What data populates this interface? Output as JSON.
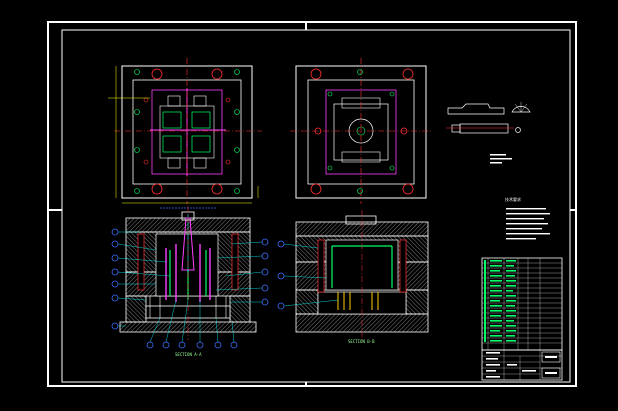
{
  "drawing": {
    "section_a_label": "SECTION A-A",
    "section_b_label": "SECTION B-B",
    "notes_title": "技术要求",
    "colors": {
      "background": "#000000",
      "frame": "#ffffff",
      "outline": "#ffffff",
      "center_line": "#ff3030",
      "dimension": "#ffff00",
      "leader": "#00ffff",
      "balloon": "#3a6cff",
      "runner": "#ff40ff",
      "cavity": "#00ff66",
      "hatch": "#ffffff"
    }
  }
}
